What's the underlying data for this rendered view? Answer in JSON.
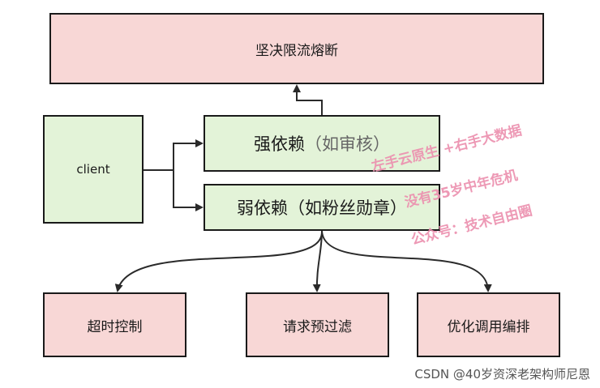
{
  "nodes": {
    "top": "坚决限流熔断",
    "client": "client",
    "strong_main": "强依赖",
    "strong_paren": "（如审核）",
    "weak": "弱依赖（如粉丝勋章）",
    "timeout": "超时控制",
    "filter": "请求预过滤",
    "orchestration": "优化调用编排"
  },
  "watermark": {
    "line1": "左手云原生 +右手大数据",
    "line2": "没有35岁中年危机",
    "line3": "公众号：技术自由圈"
  },
  "footer": "CSDN @40岁资深老架构师尼恩",
  "colors": {
    "pink": "#f8d7d6",
    "green": "#e3f3d8",
    "border": "#1a1a1a",
    "watermark": "#ec8fae"
  }
}
